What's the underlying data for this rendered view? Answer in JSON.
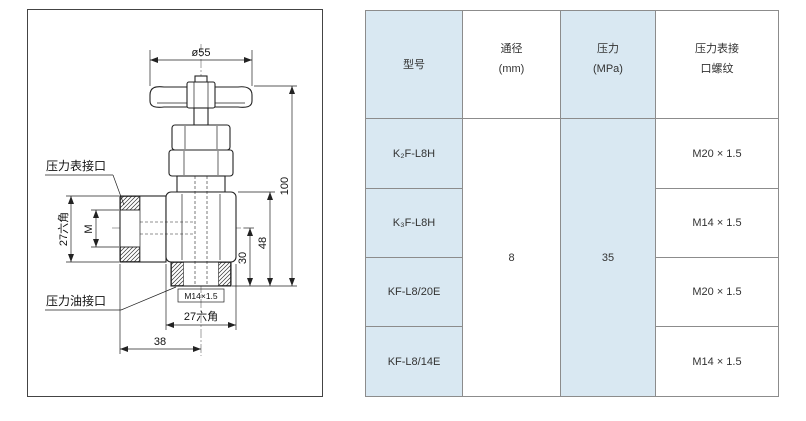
{
  "drawing": {
    "handwheel_diameter": "ø55",
    "total_height": "100",
    "body_height": "48",
    "port_height": "30",
    "side_hex": "27六角",
    "side_thread": "M",
    "bottom_thread": "M14×1.5",
    "bottom_hex": "27六角",
    "port_offset": "38",
    "gauge_port_label": "压力表接口",
    "oil_port_label": "压力油接口"
  },
  "table": {
    "headers": {
      "model": "型号",
      "bore": [
        "通径",
        "(mm)"
      ],
      "pressure": [
        "压力",
        "(MPa)"
      ],
      "gauge_thread": [
        "压力表接",
        "口螺纹"
      ]
    },
    "rows": [
      {
        "model": "K₂F-L8H",
        "gauge_thread": "M20 × 1.5"
      },
      {
        "model": "K₃F-L8H",
        "gauge_thread": "M14 × 1.5"
      },
      {
        "model": "KF-L8/20E",
        "gauge_thread": "M20 × 1.5"
      },
      {
        "model": "KF-L8/14E",
        "gauge_thread": "M14 × 1.5"
      }
    ],
    "bore_value": "8",
    "pressure_value": "35"
  },
  "colors": {
    "column_shade": "#d9e8f2",
    "grid_line": "#8c8c8c",
    "drawing_line": "#222222"
  }
}
